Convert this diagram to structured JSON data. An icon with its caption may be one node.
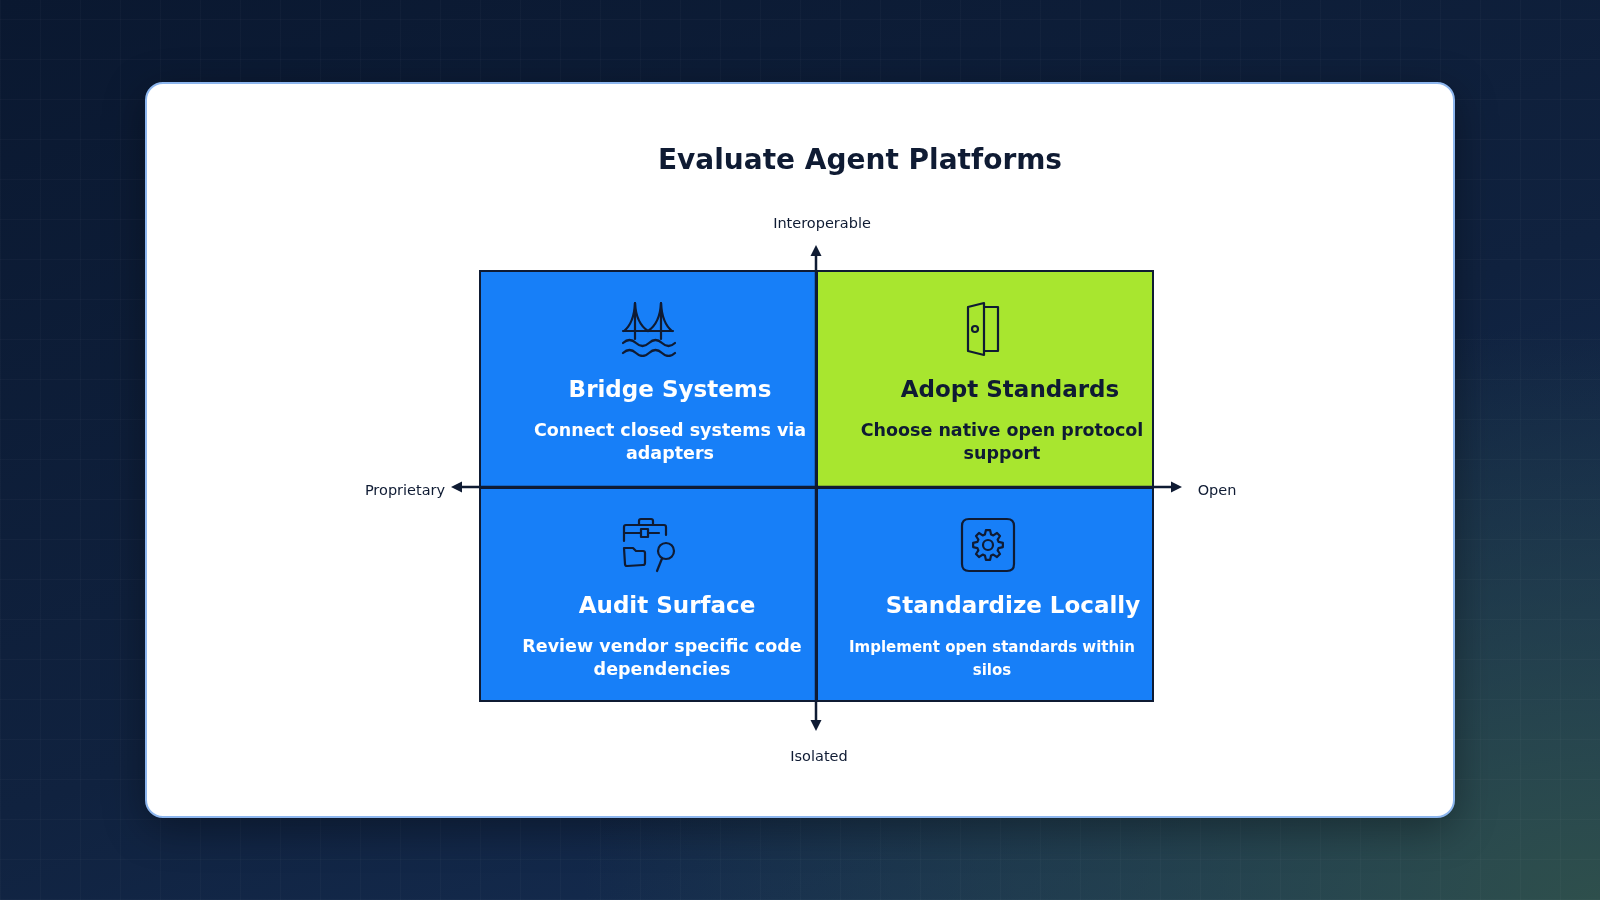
{
  "diagram": {
    "title": "Evaluate Agent Platforms",
    "nodes": [
      {
        "text": [
          "Bridge Systems",
          "Connect closed systems via adapters"
        ]
      },
      {
        "text": [
          "Adopt Standards",
          "Choose native open protocol support"
        ]
      },
      {
        "text": [
          "Audit Surface",
          "Review vendor specific code dependencies"
        ]
      },
      {
        "text": [
          "Standardize Locally",
          "Implement open standards within silos"
        ]
      }
    ],
    "labels": [
      "Interoperable",
      "Proprietary",
      "Open",
      "Isolated"
    ]
  }
}
